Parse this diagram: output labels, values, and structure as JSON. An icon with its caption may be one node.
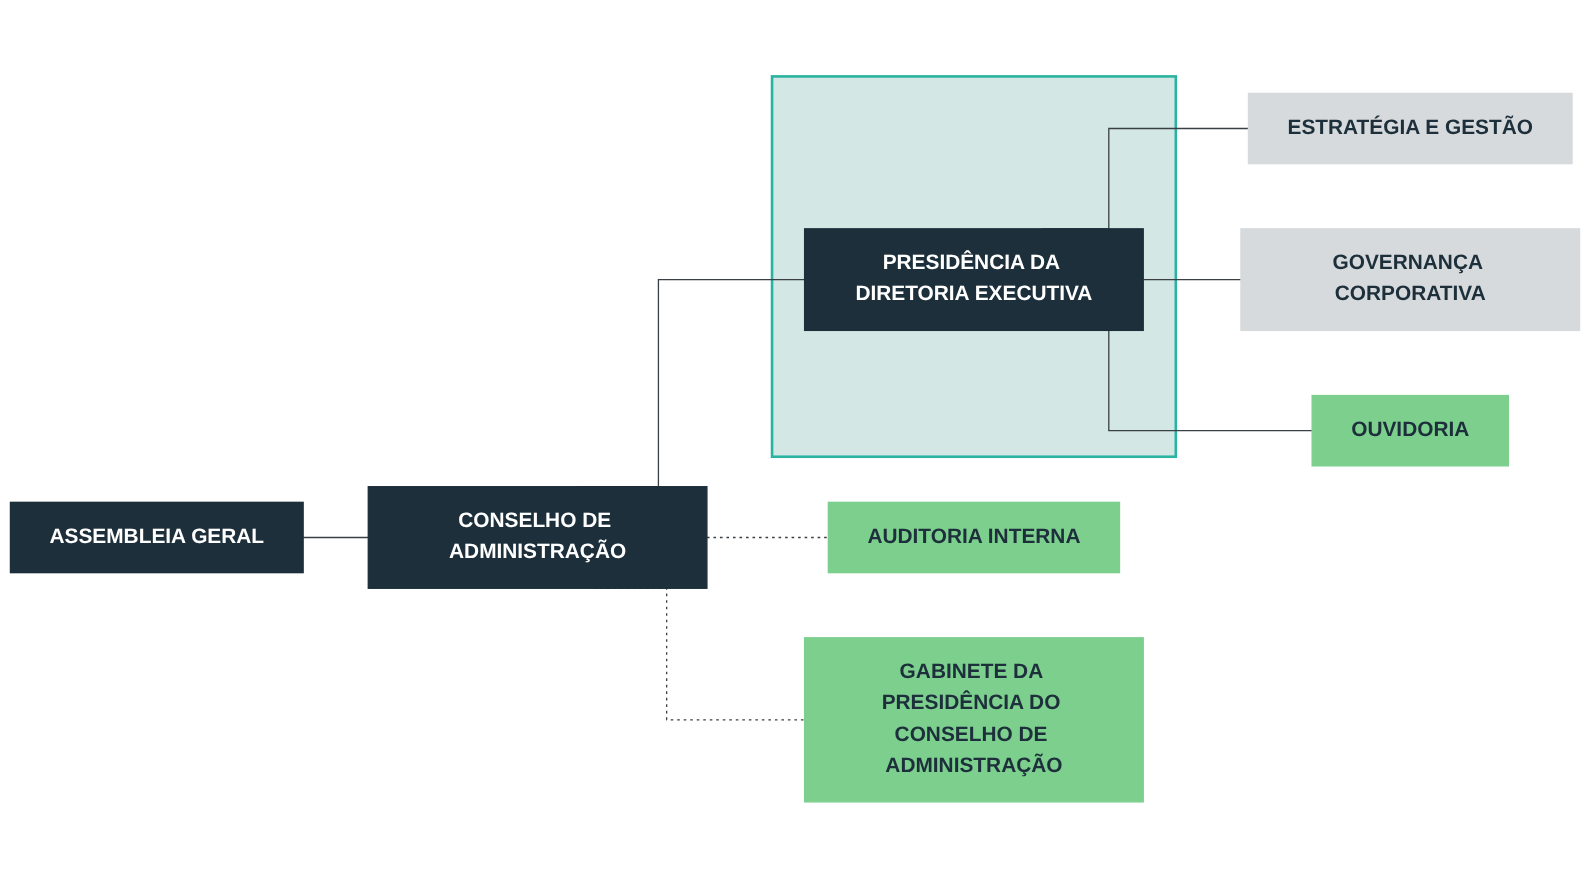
{
  "diagram": {
    "nodes": [
      {
        "text": [
          "ASSEMBLEIA GERAL"
        ]
      },
      {
        "text": [
          "CONSELHO DE ADMINISTRAÇÃO"
        ]
      },
      {
        "text": [
          "AUDITORIA INTERNA"
        ]
      },
      {
        "text": [
          "GABINETE DA PRESIDÊNCIA DO CONSELHO DE ADMINISTRAÇÃO"
        ]
      },
      {
        "text": [],
        "shape": "box"
      },
      {
        "text": [
          "PRESIDÊNCIA DA DIRETORIA EXECUTIVA"
        ],
        "in": 4
      },
      {
        "text": [
          "ESTRATÉGIA E GESTÃO"
        ]
      },
      {
        "text": [
          "GOVERNANÇA CORPORATIVA"
        ]
      },
      {
        "text": [
          "OUVIDORIA"
        ]
      }
    ],
    "edges": [
      {
        "from": 0,
        "to": 1,
        "arrow": "none"
      },
      {
        "from": 1,
        "to": 2,
        "arrow": "none",
        "style": "dashed"
      },
      {
        "from": 1,
        "to": 3,
        "arrow": "none",
        "style": "dashed"
      },
      {
        "from": 1,
        "to": 5,
        "arrow": "none"
      },
      {
        "from": 5,
        "to": 6,
        "arrow": "none"
      },
      {
        "from": 5,
        "to": 7,
        "arrow": "none"
      },
      {
        "from": 5,
        "to": 8,
        "arrow": "none"
      }
    ]
  }
}
